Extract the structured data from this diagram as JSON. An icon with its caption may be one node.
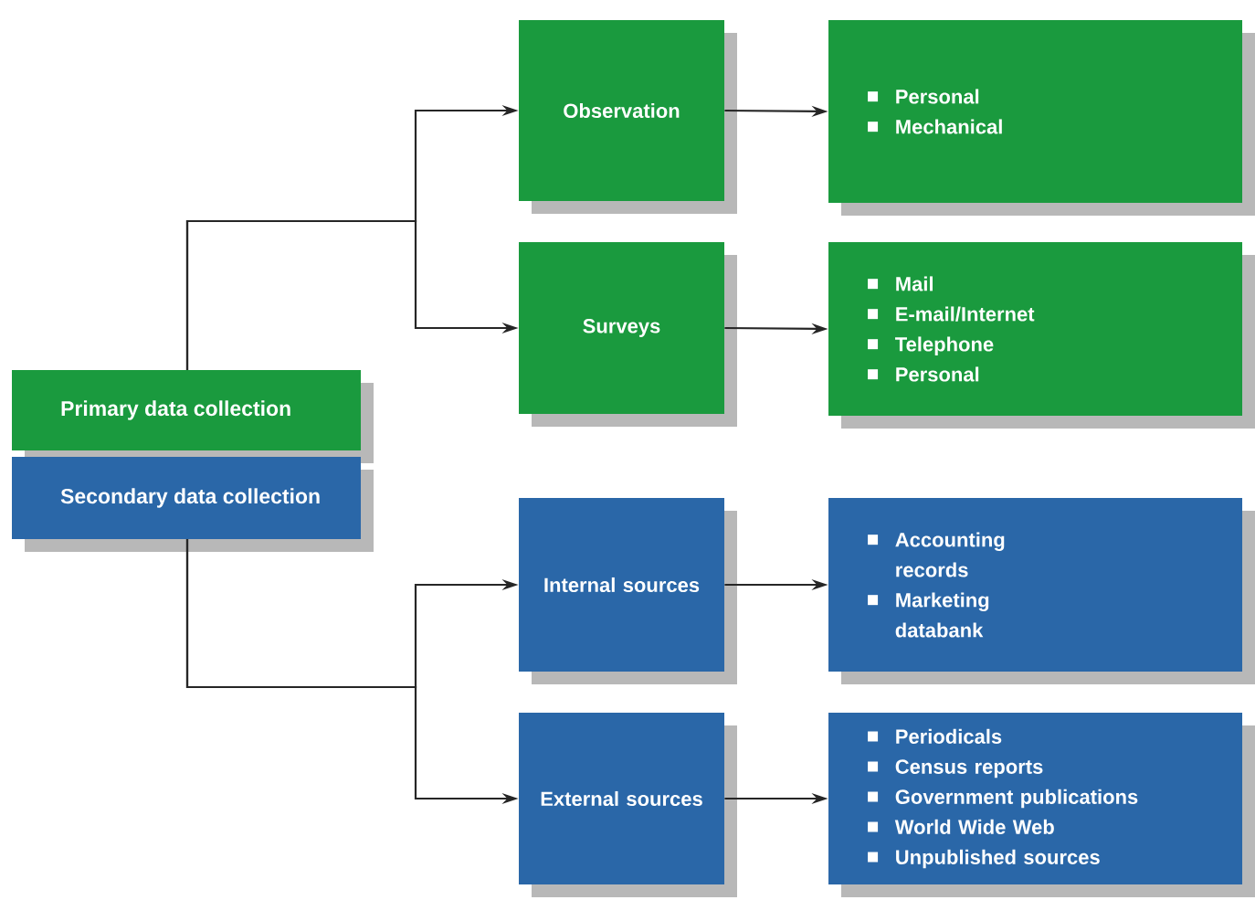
{
  "diagram": {
    "nodes": [
      {
        "text": [
          "Primary data collection"
        ]
      },
      {
        "text": [
          "Secondary data collection"
        ]
      },
      {
        "text": [
          "Observation"
        ]
      },
      {
        "text": [
          "Surveys"
        ]
      },
      {
        "text": [
          "Internal sources"
        ]
      },
      {
        "text": [
          "External sources"
        ]
      },
      {
        "text": [
          "Personal",
          "Mechanical"
        ]
      },
      {
        "text": [
          "Mail",
          "E-mail/Internet",
          "Telephone",
          "Personal"
        ]
      },
      {
        "text": [
          "Accounting records",
          "Marketing databank"
        ]
      },
      {
        "text": [
          "Periodicals",
          "Census reports",
          "Government publications",
          "World Wide Web",
          "Unpublished sources"
        ]
      }
    ],
    "edges": [
      {
        "from": 0,
        "to": 2,
        "arrow": "to"
      },
      {
        "from": 0,
        "to": 3,
        "arrow": "to"
      },
      {
        "from": 1,
        "to": 4,
        "arrow": "to"
      },
      {
        "from": 1,
        "to": 5,
        "arrow": "to"
      },
      {
        "from": 2,
        "to": 6,
        "arrow": "to"
      },
      {
        "from": 3,
        "to": 7,
        "arrow": "to"
      },
      {
        "from": 4,
        "to": 8,
        "arrow": "to"
      },
      {
        "from": 5,
        "to": 9,
        "arrow": "to"
      }
    ]
  }
}
